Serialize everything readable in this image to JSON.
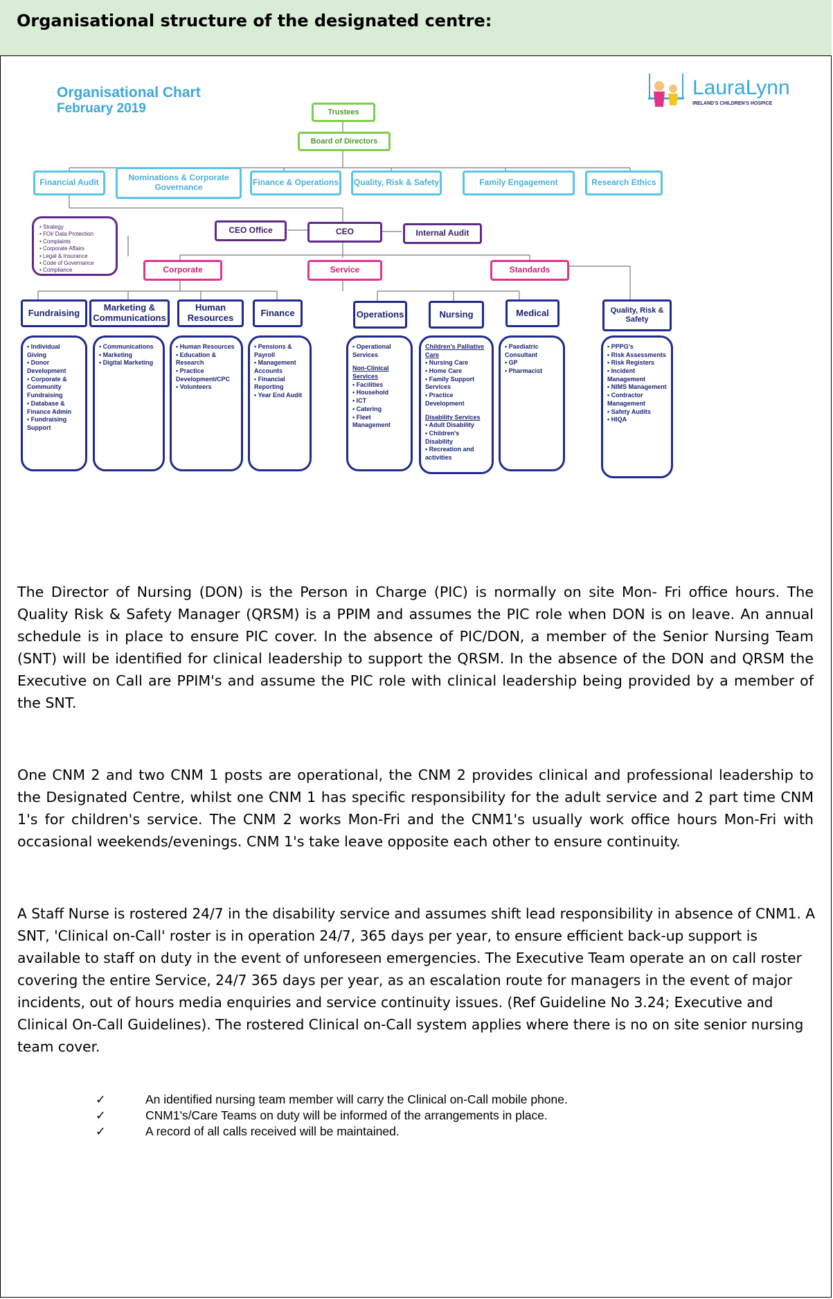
{
  "header": {
    "title": "Organisational structure of the designated centre:"
  },
  "chart": {
    "title": "Organisational Chart",
    "subtitle": "February 2019",
    "logo": {
      "name": "LauraLynn",
      "tagline": "IRELAND'S CHILDREN'S HOSPICE"
    },
    "trustees": "Trustees",
    "board": "Board of Directors",
    "committees": [
      "Financial Audit",
      "Nominations & Corporate Governance",
      "Finance & Operations",
      "Quality, Risk & Safety",
      "Family Engagement",
      "Research Ethics"
    ],
    "ceo_office": "CEO Office",
    "ceo": "CEO",
    "internal_audit": "Internal Audit",
    "ceo_office_items": [
      "Strategy",
      "FOI/ Data Protection",
      "Complaints",
      "Corporate Affairs",
      "Legal & Insurance",
      "Code of Governance",
      "Compliance"
    ],
    "divisions": [
      "Corporate",
      "Service",
      "Standards"
    ],
    "departments": [
      {
        "name": "Fundraising",
        "items": [
          "Individual Giving",
          "Donor Development",
          "Corporate & Community Fundraising",
          "Database & Finance Admin",
          "Fundraising Support"
        ]
      },
      {
        "name": "Marketing & Communications",
        "items": [
          "Communications",
          "Marketing",
          "Digital Marketing"
        ]
      },
      {
        "name": "Human Resources",
        "items": [
          "Human Resources",
          "Education & Research",
          "Practice Development/CPC",
          "Volunteers"
        ]
      },
      {
        "name": "Finance",
        "items": [
          "Pensions & Payroll",
          "Management Accounts",
          "Financial Reporting",
          "Year End Audit"
        ]
      },
      {
        "name": "Operations",
        "items": [
          "Operational Services"
        ],
        "sub_heading": "Non-Clinical Services",
        "sub_items": [
          "Facilities",
          "Household",
          "ICT",
          "Catering",
          "Fleet Management"
        ]
      },
      {
        "name": "Nursing",
        "heading": "Children's Palliative Care",
        "items": [
          "Nursing Care",
          "Home Care",
          "Family Support Services",
          "Practice Development"
        ],
        "sub_heading": "Disability Services",
        "sub_items": [
          "Adult Disability",
          "Children's Disability",
          "Recreation and activities"
        ]
      },
      {
        "name": "Medical",
        "items": [
          "Paediatric Consultant",
          "GP",
          "Pharmacist"
        ]
      },
      {
        "name": "Quality, Risk & Safety",
        "items": [
          "PPPG's",
          "Risk Assessments",
          "Risk Registers",
          "Incident Management",
          "NIMS Management",
          "Contractor Management",
          "Safety Audits",
          "HIQA"
        ]
      }
    ]
  },
  "paragraphs": [
    "The Director of Nursing (DON) is the Person in Charge (PIC) is normally on site Mon- Fri office hours. The Quality Risk & Safety Manager (QRSM) is a PPIM and assumes the PIC role when DON is on leave. An annual schedule is in place to ensure PIC cover. In the absence of PIC/DON, a member of the Senior Nursing Team (SNT) will be identified for clinical leadership to support the QRSM. In the absence of the DON and QRSM the Executive on Call are PPIM's and assume the PIC role with clinical leadership being provided by a member of the SNT.",
    "One CNM 2 and two CNM 1 posts are operational, the CNM 2 provides clinical and professional leadership to the Designated Centre, whilst one CNM 1 has specific responsibility for the adult service and 2 part time CNM 1's for children's service. The CNM 2 works Mon-Fri and the CNM1's usually work office hours Mon-Fri with occasional weekends/evenings. CNM 1's take leave opposite each other to ensure continuity.",
    " A Staff Nurse is rostered 24/7 in the disability service and assumes shift lead responsibility in absence of CNM1.  A SNT, 'Clinical on-Call' roster is in operation 24/7, 365 days per year, to ensure efficient back-up support is available to staff on duty in the event of unforeseen emergencies.  The Executive Team operate an on call roster covering the entire Service, 24/7 365 days per year, as an escalation route for managers in the event of major incidents, out of hours media enquiries and service continuity issues. (Ref Guideline No 3.24; Executive and Clinical On-Call Guidelines). The rostered Clinical on-Call system applies where there is no on site senior nursing team cover."
  ],
  "checklist": {
    "tick": "✓",
    "items": [
      "An identified nursing team member will carry the Clinical on-Call mobile phone.",
      "CNM1's/Care Teams on duty will be informed of the arrangements in place.",
      "A record of all calls received will be maintained."
    ]
  }
}
